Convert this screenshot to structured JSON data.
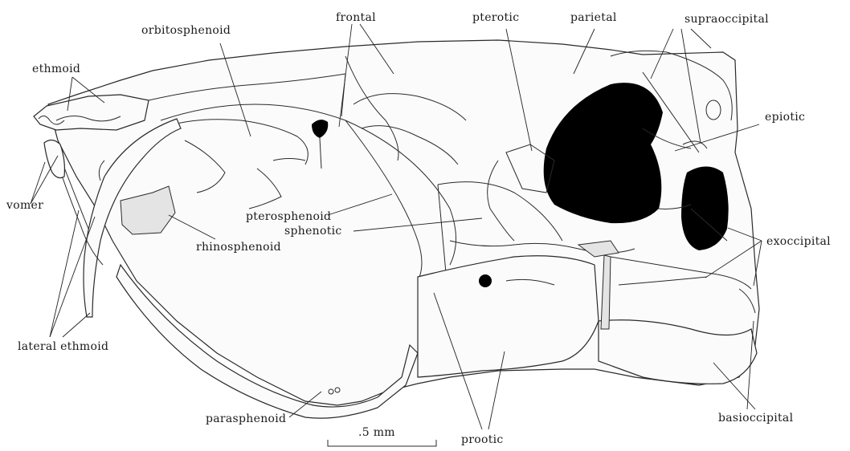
{
  "labels": {
    "frontal": "frontal",
    "pterotic": "pterotic",
    "parietal": "parietal",
    "supraoccipital": "supraoccipital",
    "orbitosphenoid": "orbitosphenoid",
    "ethmoid": "ethmoid",
    "epiotic": "epiotic",
    "vomer": "vomer",
    "pterosphenoid": "pterosphenoid",
    "exoccipital": "exoccipital",
    "sphenotic": "sphenotic",
    "rhinosphenoid": "rhinosphenoid",
    "lateral_ethmoid": "lateral ethmoid",
    "basioccipital": "basioccipital",
    "parasphenoid": "parasphenoid",
    "prootic": "prootic"
  },
  "scale_bar": {
    "label": ".5 mm"
  }
}
